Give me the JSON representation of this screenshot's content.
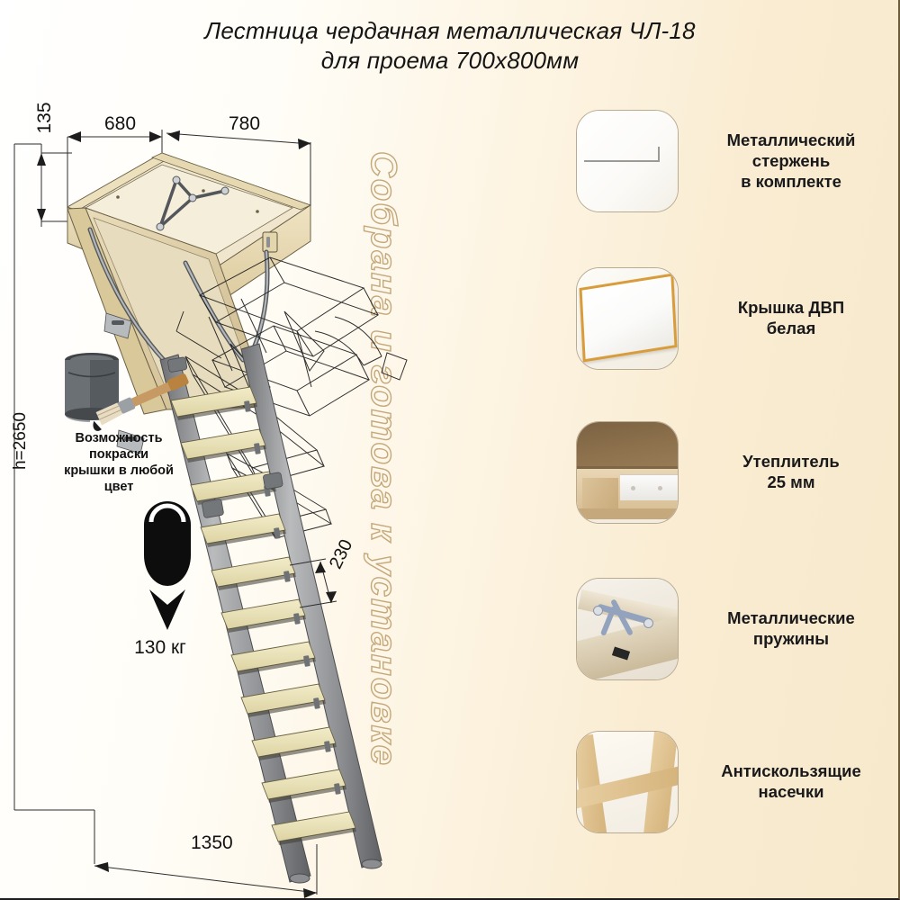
{
  "title": {
    "line1": "Лестница чердачная металлическая ЧЛ-18",
    "line2": "для проема 700х800мм"
  },
  "slogan": "Собрана и готова к установке",
  "colors": {
    "background_left": "#ffffff",
    "background_right": "#f7e9cb",
    "slogan_outline": "#c4a87a",
    "text": "#19191b",
    "metal": "#9a9a96",
    "wood": "#e5d4ab",
    "spring": "#93a3bd"
  },
  "features": [
    {
      "icon": "metal-rod-icon",
      "label_lines": [
        "Металлический",
        "стержень",
        "в комплекте"
      ]
    },
    {
      "icon": "white-hdf-lid-icon",
      "label_lines": [
        "Крышка ДВП",
        "белая"
      ]
    },
    {
      "icon": "insulation-icon",
      "label_lines": [
        "Утеплитель",
        "25 мм"
      ]
    },
    {
      "icon": "metal-springs-icon",
      "label_lines": [
        "Металлические",
        "пружины"
      ]
    },
    {
      "icon": "anti-slip-notches-icon",
      "label_lines": [
        "Антискользящие",
        "насечки"
      ]
    }
  ],
  "dimensions": {
    "width_top": "680",
    "length_top": "780",
    "frame_height": "135",
    "total_height": "h=2650",
    "step_spacing": "230",
    "floor_reach": "1350"
  },
  "paint_note": {
    "lines": [
      "Возможность",
      "покраски",
      "крышки в любой",
      "цвет"
    ]
  },
  "load": {
    "value": "130 кг"
  }
}
